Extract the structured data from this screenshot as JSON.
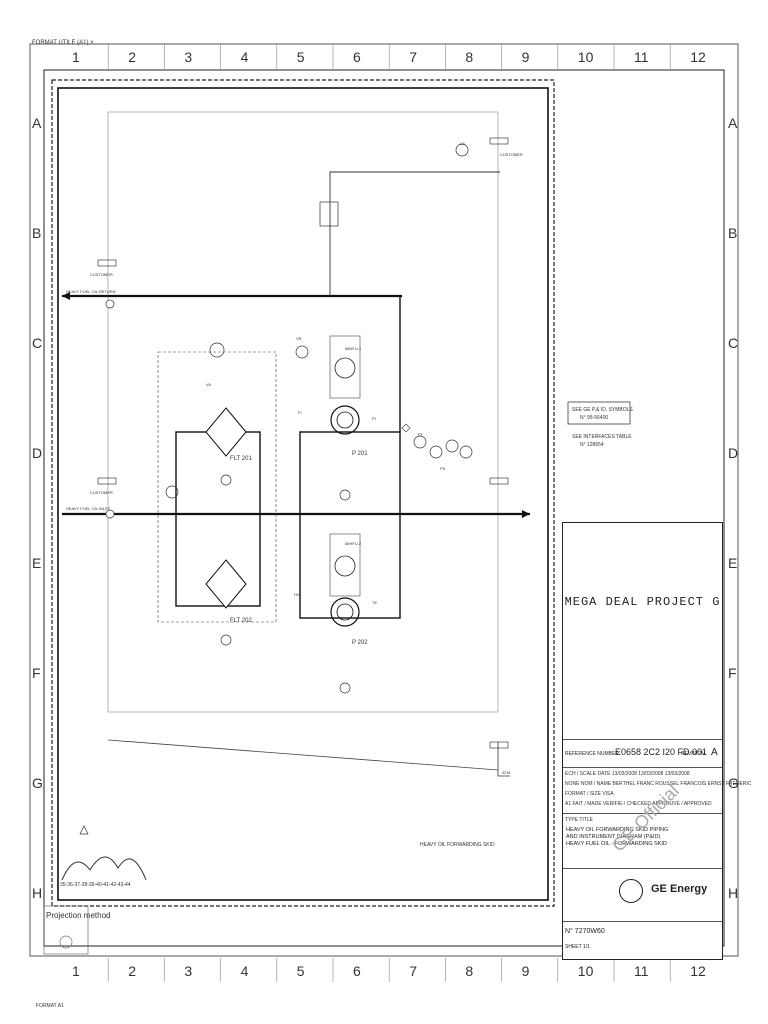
{
  "sheet": {
    "format_top": "FORMAT UTILE (A1) ×",
    "format_bottom": "FORMAT A1",
    "col_labels": [
      "1",
      "2",
      "3",
      "4",
      "5",
      "6",
      "7",
      "8",
      "9",
      "10",
      "11",
      "12"
    ],
    "row_labels": [
      "A",
      "B",
      "C",
      "D",
      "E",
      "F",
      "G",
      "H"
    ],
    "projection": "Projection method"
  },
  "diagram": {
    "skid_label": "HEAVY OIL FORWARDING SKID",
    "header_pipe_label": "HEAVY FUEL OIL RETURN",
    "inlet_label": "HEAVY FUEL OIL INLET",
    "customer_label": "CUSTOMER",
    "filter1": "FLT 201",
    "filter2": "FLT 202",
    "pump1": "P 201",
    "pump2": "P 202",
    "motor1": "88HFU-1",
    "motor2": "88HFU-2",
    "note1": "SEE GE P.& ID. SYMBOLS",
    "note1b": "N° 95-56400",
    "note2": "SEE INTERFACES TABLE",
    "note2b": "N° 128654",
    "sequence": "35-36-37-38-39-40-41-42-43-44",
    "atm_label": "ATM",
    "valve_labels": [
      "VA",
      "VR",
      "FI",
      "PI",
      "PT",
      "PS",
      "HV",
      "TE",
      "LS"
    ]
  },
  "title_block": {
    "project": "MEGA DEAL PROJECT G",
    "ref_label": "REFERENCE NUMBER",
    "ref_value": "E0658 2C2 I20 FD 001",
    "rev_label": "REVISION",
    "rev_value": "A",
    "rows": [
      "ECH / SCALE   DATE   13/03/2008   13/03/2008   13/03/2008",
      "NONE   NOM / NAME   BERTHEL FRANC   ROUSSEL FRANCOIS   ERNST FREDERIC",
      "FORMAT / SIZE   VISA",
      "A1   FAIT / MADE   VERIFIE / CHECKED   APPROUVE / APPROVED"
    ],
    "title_type": "TYPE TITLE",
    "title_l1": "HEAVY OIL FORWARDING SKID PIPING",
    "title_l2": "AND INSTRUMENT DIAGRAM (P&ID)",
    "title_l3": "HEAVY FUEL OIL - FORWARDING SKID",
    "company": "GE Energy",
    "doc_no": "N° 7270W60",
    "sheet_no": "SHEET 1/1",
    "watermark": "GE Official"
  }
}
